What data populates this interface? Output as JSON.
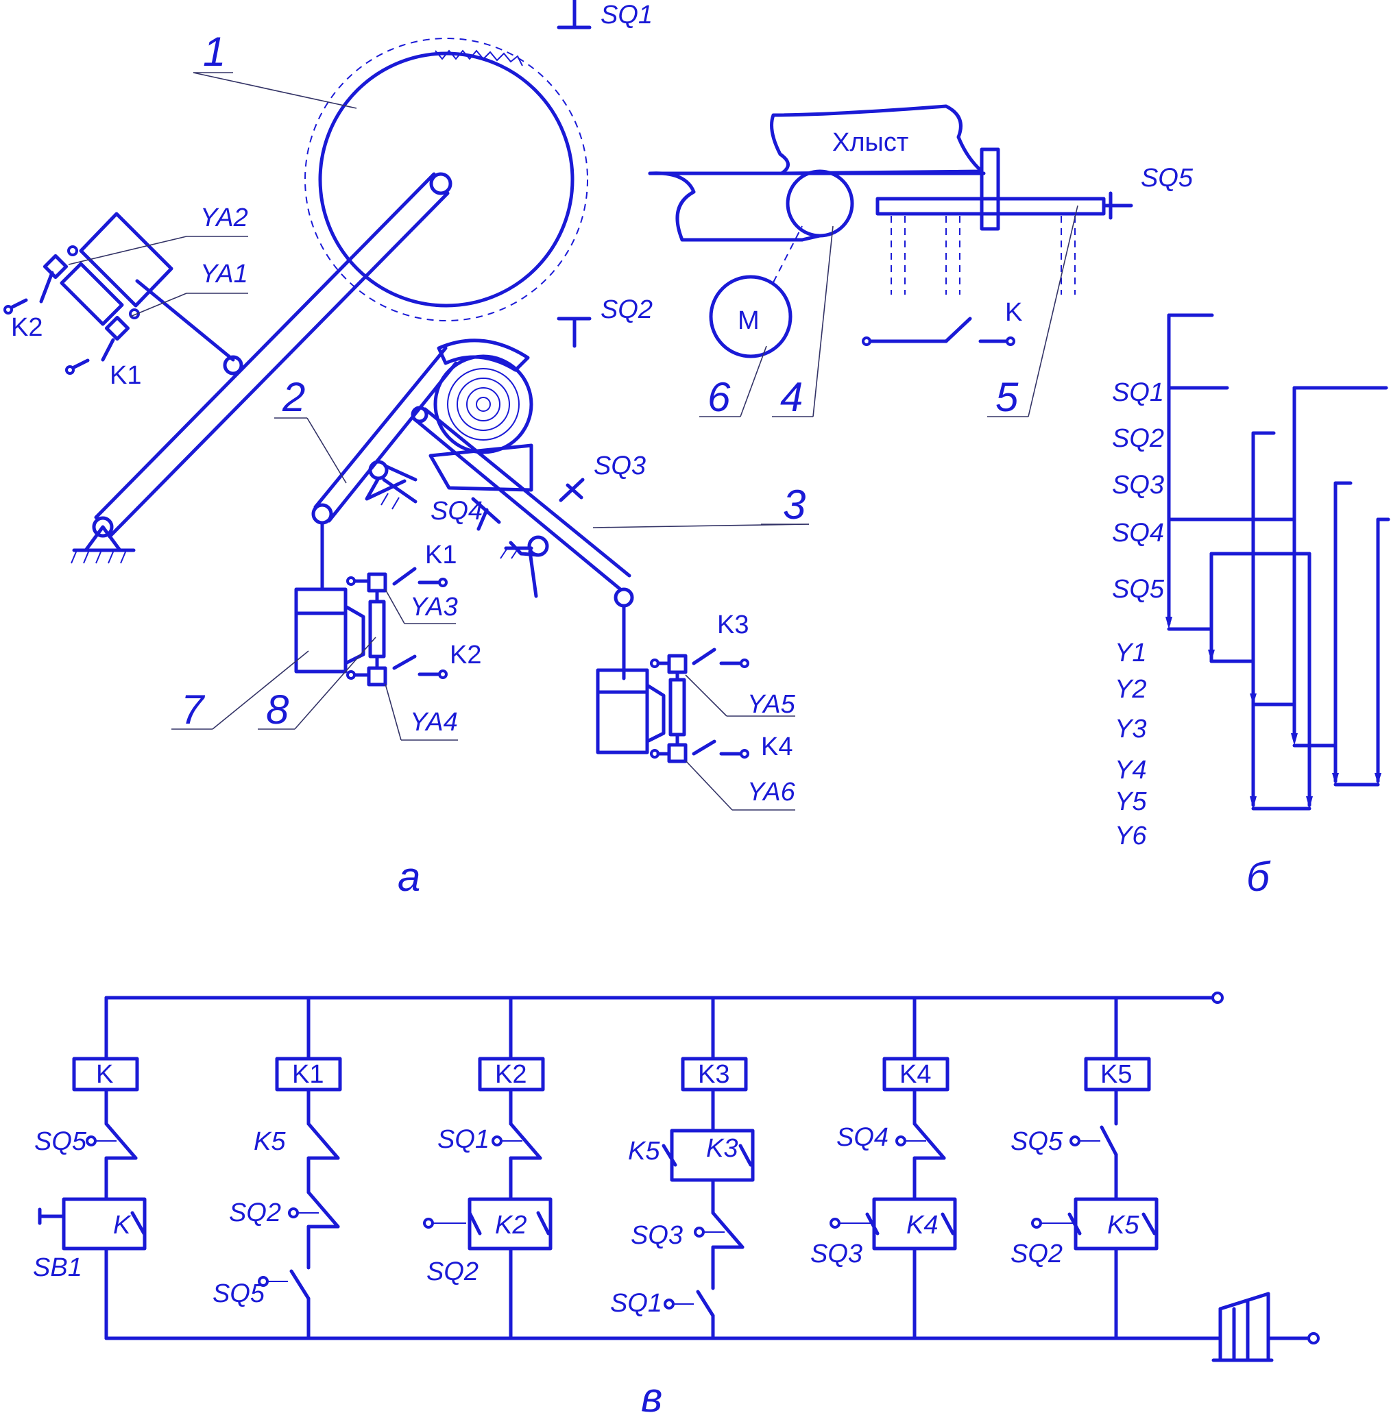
{
  "part_a": {
    "caption": "а",
    "positions": [
      "1",
      "2",
      "3",
      "4",
      "5",
      "6",
      "7",
      "8"
    ],
    "limit_switches": [
      "SQ1",
      "SQ2",
      "SQ3",
      "SQ4",
      "SQ5"
    ],
    "magnets": [
      "YA1",
      "YA2",
      "YA3",
      "YA4",
      "YA5",
      "YA6"
    ],
    "contacts": [
      "K1",
      "K2",
      "K1",
      "K2",
      "K3",
      "K4",
      "K"
    ],
    "log_label": "Хлыст",
    "motor_label": "М"
  },
  "part_b": {
    "caption": "б",
    "inputs": [
      "SQ1",
      "SQ2",
      "SQ3",
      "SQ4",
      "SQ5"
    ],
    "outputs": [
      "Y1",
      "Y2",
      "Y3",
      "Y4",
      "Y5",
      "Y6"
    ]
  },
  "part_c": {
    "caption": "в",
    "coils": [
      "K",
      "K1",
      "K2",
      "K3",
      "K4",
      "K5"
    ],
    "contacts": {
      "col_k": [
        "SQ5",
        "K",
        "SB1"
      ],
      "col_k1": [
        "K5",
        "SQ2",
        "SQ5"
      ],
      "col_k2": [
        "SQ1",
        "K2",
        "SQ2"
      ],
      "col_k3": [
        "K5",
        "K3",
        "SQ3",
        "SQ1"
      ],
      "col_k4": [
        "SQ4",
        "K4",
        "SQ3"
      ],
      "col_k5": [
        "SQ5",
        "K5",
        "SQ2"
      ]
    }
  },
  "colors": {
    "ink": "#1a1ad6",
    "background": "#ffffff"
  }
}
